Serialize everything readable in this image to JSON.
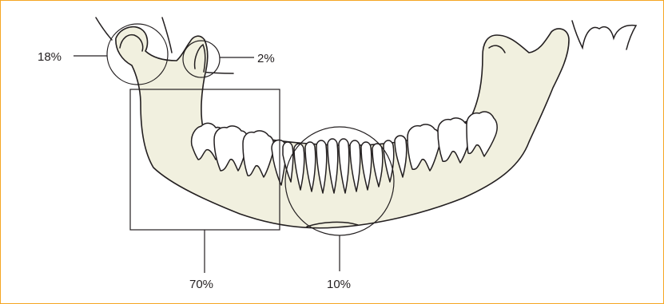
{
  "labels": {
    "condyle": "18%",
    "coronoid": "2%",
    "body_angle": "70%",
    "symphysis": "10%"
  },
  "colors": {
    "frame": "#f5a623",
    "bone": "#f1f0df",
    "line": "#231f20"
  }
}
